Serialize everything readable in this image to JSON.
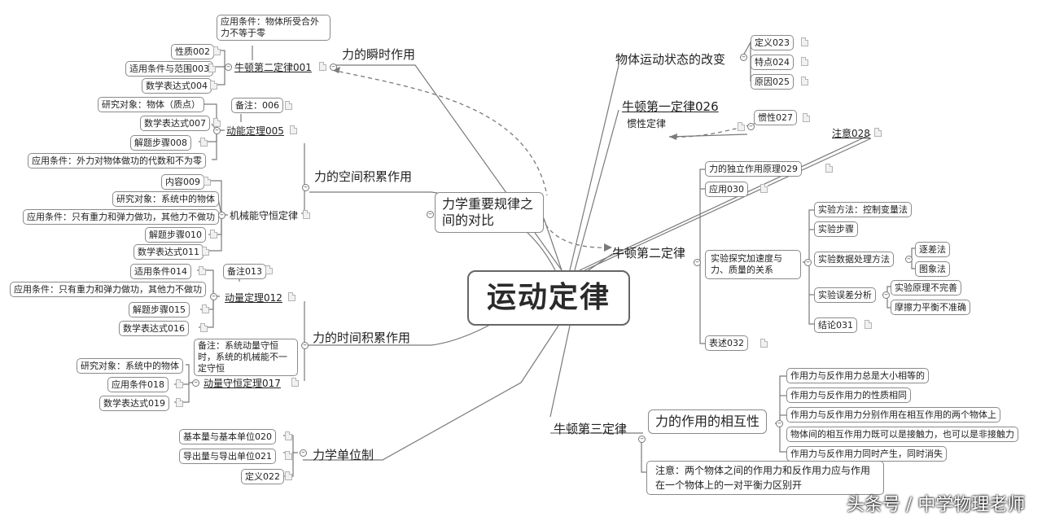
{
  "center": "运动定律",
  "comparison": {
    "label": "力学重要规律之间的对比"
  },
  "left": {
    "instant": {
      "label": "力的瞬时作用",
      "law": "牛顿第二定律001",
      "condition": "应用条件：物体所受合外力不等于零",
      "items": [
        "性质002",
        "适用条件与范围003",
        "数学表达式004"
      ]
    },
    "space": {
      "label": "力的空间积累作用",
      "kinetic": {
        "title": "动能定理005",
        "note": "备注：006",
        "items": [
          "研究对象：物体（质点）",
          "数学表达式007",
          "解题步骤008",
          "应用条件：外力对物体做功的代数和不为零"
        ]
      },
      "mech": {
        "title": "机械能守恒定律",
        "items": [
          "内容009",
          "研究对象：系统中的物体",
          "应用条件：只有重力和弹力做功，其他力不做功",
          "解题步骤010",
          "数学表达式011"
        ]
      }
    },
    "time": {
      "label": "力的时间积累作用",
      "momentum": {
        "title": "动量定理012",
        "note": "备注013",
        "items": [
          "适用条件014",
          "应用条件：只有重力和弹力做功，其他力不做功",
          "解题步骤015",
          "数学表达式016"
        ]
      },
      "conservation": {
        "title": "动量守恒定理017",
        "note": "备注：系统动量守恒时，系统的机械能不一定守恒",
        "items": [
          "研究对象：系统中的物体",
          "应用条件018",
          "数学表达式019"
        ]
      }
    },
    "units": {
      "label": "力学单位制",
      "items": [
        "基本量与基本单位020",
        "导出量与导出单位021",
        "定义022"
      ]
    }
  },
  "right": {
    "motion": {
      "label": "物体运动状态的改变",
      "items": [
        "定义023",
        "特点024",
        "原因025"
      ]
    },
    "first": {
      "label": "牛顿第一定律026",
      "sub": "惯性定律",
      "inertia": "惯性027",
      "attention": "注意028"
    },
    "second": {
      "label": "牛顿第二定律",
      "independent": "力的独立作用原理029",
      "application": "应用030",
      "experiment": "实验探究加速度与力、质量的关系",
      "method": "实验方法：控制变量法",
      "steps": "实验步骤",
      "processing": "实验数据处理方法",
      "processing_items": [
        "逐差法",
        "图象法"
      ],
      "error": "实验误差分析",
      "error_items": [
        "实验原理不完善",
        "摩擦力平衡不准确"
      ],
      "conclusion": "结论031",
      "statement": "表述032"
    },
    "third": {
      "label": "牛顿第三定律",
      "interaction": "力的作用的相互性",
      "items": [
        "作用力与反作用力总是大小相等的",
        "作用力与反作用力的性质相同",
        "作用力与反作用力分别作用在相互作用的两个物体上",
        "物体间的相互作用力既可以是接触力，也可以是非接触力",
        "作用力与反作用力同时产生，同时消失"
      ],
      "note": "注意：两个物体之间的作用力和反作用力应与作用在一个物体上的一对平衡力区别开"
    }
  },
  "watermark": "头条号 / 中学物理老师"
}
